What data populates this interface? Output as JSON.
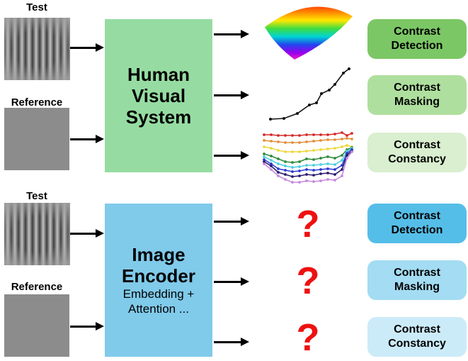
{
  "figure": {
    "rows": [
      {
        "name": "human-visual-system",
        "input_top_label": "Test",
        "input_bottom_label": "Reference",
        "box": {
          "lines": [
            "Human",
            "Visual",
            "System"
          ],
          "color": "#96DCA2"
        },
        "results": [
          {
            "lines": [
              "Contrast",
              "Detection"
            ],
            "color": "#7CC765"
          },
          {
            "lines": [
              "Contrast",
              "Masking"
            ],
            "color": "#AFDF9E"
          },
          {
            "lines": [
              "Contrast",
              "Constancy"
            ],
            "color": "#D9EFCF"
          }
        ]
      },
      {
        "name": "image-encoder",
        "input_top_label": "Test",
        "input_bottom_label": "Reference",
        "box": {
          "lines": [
            "Image",
            "Encoder"
          ],
          "sub_lines": [
            "Embedding +",
            "Attention ..."
          ],
          "color": "#80CAEA"
        },
        "question_mark": "?",
        "question_color": "#EE1111",
        "results": [
          {
            "lines": [
              "Contrast",
              "Detection"
            ],
            "color": "#55BEE8"
          },
          {
            "lines": [
              "Contrast",
              "Masking"
            ],
            "color": "#A3DCF3"
          },
          {
            "lines": [
              "Contrast",
              "Constancy"
            ],
            "color": "#CCEBF8"
          }
        ]
      }
    ]
  },
  "chart_data": [
    {
      "type": "area",
      "title": "Contrast detection: contrast sensitivity surface (rainbow 3D sheet)",
      "palette": [
        "#FF2A00",
        "#FF8A00",
        "#FFE800",
        "#3FDC3F",
        "#00D4D4",
        "#2244EE",
        "#9900EE",
        "#FF22BB"
      ],
      "legend": "none",
      "grid": false
    },
    {
      "type": "line",
      "title": "Contrast masking: rising threshold curve",
      "x_range": [
        0,
        130
      ],
      "y_range": [
        0,
        85
      ],
      "y_down": true,
      "grid": false,
      "series": [
        {
          "name": "masking-threshold",
          "color": "#111111",
          "points": [
            [
              10,
              80
            ],
            [
              29,
              79
            ],
            [
              48,
              72
            ],
            [
              65,
              60
            ],
            [
              75,
              57
            ],
            [
              82,
              44
            ],
            [
              93,
              39
            ],
            [
              101,
              31
            ],
            [
              113,
              15
            ],
            [
              121,
              9
            ]
          ]
        }
      ]
    },
    {
      "type": "line",
      "title": "Contrast constancy: nested matching curves",
      "x_range": [
        0,
        140
      ],
      "y_range": [
        0,
        88
      ],
      "y_down": true,
      "grid": false,
      "series": [
        {
          "name": "red",
          "color": "#D62B2B",
          "points": [
            [
              7,
              14
            ],
            [
              17,
              14
            ],
            [
              27,
              15
            ],
            [
              37,
              15
            ],
            [
              47,
              15
            ],
            [
              57,
              15
            ],
            [
              67,
              14
            ],
            [
              77,
              14
            ],
            [
              87,
              14
            ],
            [
              97,
              14
            ],
            [
              107,
              13
            ],
            [
              117,
              11
            ],
            [
              124,
              15
            ],
            [
              131,
              12
            ]
          ]
        },
        {
          "name": "orange",
          "color": "#E2913C",
          "points": [
            [
              7,
              22
            ],
            [
              17,
              23
            ],
            [
              27,
              24
            ],
            [
              37,
              25
            ],
            [
              47,
              25
            ],
            [
              57,
              25
            ],
            [
              67,
              24
            ],
            [
              77,
              23
            ],
            [
              87,
              22
            ],
            [
              97,
              21
            ],
            [
              107,
              21
            ],
            [
              117,
              20
            ],
            [
              124,
              19
            ],
            [
              131,
              20
            ]
          ]
        },
        {
          "name": "yellow",
          "color": "#EDD83F",
          "points": [
            [
              7,
              31
            ],
            [
              17,
              33
            ],
            [
              27,
              36
            ],
            [
              37,
              38
            ],
            [
              47,
              38
            ],
            [
              57,
              38
            ],
            [
              67,
              37
            ],
            [
              77,
              36
            ],
            [
              87,
              35
            ],
            [
              97,
              34
            ],
            [
              107,
              33
            ],
            [
              117,
              31
            ],
            [
              124,
              29
            ],
            [
              131,
              31
            ]
          ]
        },
        {
          "name": "green",
          "color": "#2F8B3B",
          "points": [
            [
              7,
              41
            ],
            [
              17,
              44
            ],
            [
              27,
              48
            ],
            [
              37,
              52
            ],
            [
              47,
              53
            ],
            [
              57,
              52
            ],
            [
              67,
              48
            ],
            [
              77,
              49
            ],
            [
              87,
              47
            ],
            [
              97,
              45
            ],
            [
              107,
              47
            ],
            [
              117,
              43
            ],
            [
              124,
              35
            ],
            [
              131,
              32
            ]
          ]
        },
        {
          "name": "cyan",
          "color": "#4FCFE0",
          "points": [
            [
              7,
              45
            ],
            [
              17,
              50
            ],
            [
              27,
              55
            ],
            [
              37,
              58
            ],
            [
              47,
              60
            ],
            [
              57,
              59
            ],
            [
              67,
              57
            ],
            [
              77,
              57
            ],
            [
              87,
              56
            ],
            [
              97,
              55
            ],
            [
              107,
              56
            ],
            [
              117,
              50
            ],
            [
              124,
              37
            ],
            [
              131,
              33
            ]
          ]
        },
        {
          "name": "blue",
          "color": "#2B3CD0",
          "points": [
            [
              7,
              49
            ],
            [
              17,
              55
            ],
            [
              27,
              62
            ],
            [
              37,
              64
            ],
            [
              47,
              66
            ],
            [
              57,
              65
            ],
            [
              67,
              63
            ],
            [
              77,
              64
            ],
            [
              87,
              63
            ],
            [
              97,
              62
            ],
            [
              107,
              63
            ],
            [
              117,
              57
            ],
            [
              124,
              40
            ],
            [
              131,
              35
            ]
          ]
        },
        {
          "name": "navy",
          "color": "#2C1C6E",
          "points": [
            [
              7,
              52
            ],
            [
              17,
              58
            ],
            [
              27,
              67
            ],
            [
              37,
              70
            ],
            [
              47,
              73
            ],
            [
              57,
              72
            ],
            [
              67,
              70
            ],
            [
              77,
              71
            ],
            [
              87,
              69
            ],
            [
              97,
              68
            ],
            [
              107,
              70
            ],
            [
              117,
              63
            ],
            [
              124,
              43
            ],
            [
              131,
              37
            ]
          ]
        },
        {
          "name": "violet",
          "color": "#C689DC",
          "points": [
            [
              7,
              55
            ],
            [
              17,
              63
            ],
            [
              27,
              72
            ],
            [
              37,
              77
            ],
            [
              47,
              81
            ],
            [
              57,
              81
            ],
            [
              67,
              79
            ],
            [
              77,
              80
            ],
            [
              87,
              79
            ],
            [
              97,
              77
            ],
            [
              107,
              78
            ],
            [
              117,
              72
            ],
            [
              124,
              47
            ],
            [
              131,
              38
            ]
          ]
        }
      ]
    }
  ]
}
